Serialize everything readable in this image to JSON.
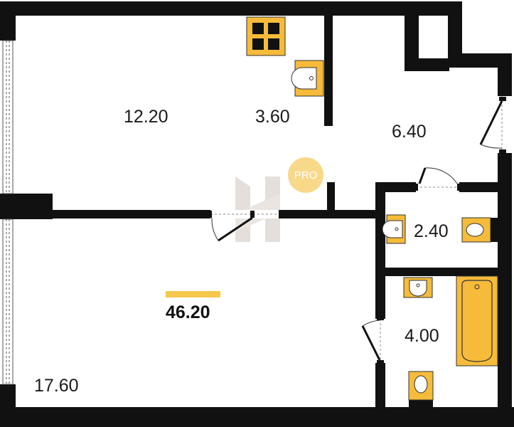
{
  "floor_plan": {
    "total_area": "46.20",
    "badge": "PRO",
    "rooms": [
      {
        "id": "living",
        "area": "12.20"
      },
      {
        "id": "kitchen",
        "area": "3.60"
      },
      {
        "id": "hallway",
        "area": "6.40"
      },
      {
        "id": "toilet",
        "area": "2.40"
      },
      {
        "id": "bedroom",
        "area": "17.60"
      },
      {
        "id": "bathroom",
        "area": "4.00"
      }
    ]
  },
  "colors": {
    "wall": "#111111",
    "fixture_fill": "#f6bb3a",
    "total_bar": "#f6c84c",
    "badge": "#f8d98a",
    "watermark": "#cfc6bf"
  }
}
